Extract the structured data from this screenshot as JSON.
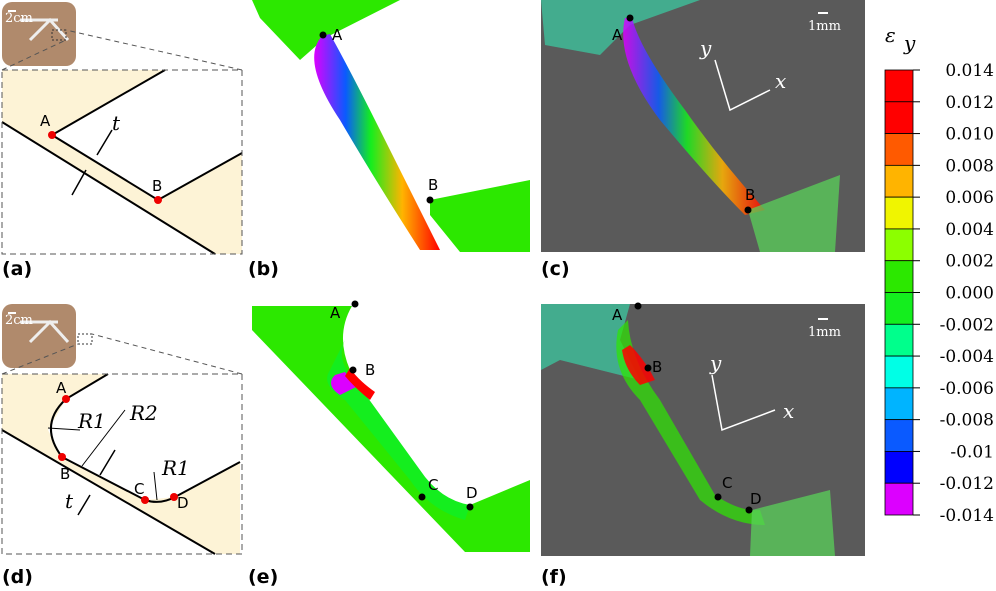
{
  "panels": {
    "a": {
      "label": "(a)",
      "scale": "2cm",
      "points": [
        "A",
        "B"
      ],
      "dim": "t"
    },
    "b": {
      "label": "(b)",
      "points": [
        "A",
        "B"
      ]
    },
    "c": {
      "label": "(c)",
      "scale": "1mm",
      "axes": [
        "y",
        "x"
      ],
      "points": [
        "A",
        "B"
      ]
    },
    "d": {
      "label": "(d)",
      "scale": "2cm",
      "points": [
        "A",
        "B",
        "C",
        "D"
      ],
      "dims": [
        "R1",
        "R2",
        "R1",
        "t"
      ]
    },
    "e": {
      "label": "(e)",
      "points": [
        "A",
        "B",
        "C",
        "D"
      ]
    },
    "f": {
      "label": "(f)",
      "scale": "1mm",
      "axes": [
        "y",
        "x"
      ],
      "points": [
        "A",
        "B",
        "C",
        "D"
      ]
    }
  },
  "colorbar": {
    "title": "ε",
    "subscript": "y",
    "ticks": [
      "0.014",
      "0.012",
      "0.010",
      "0.008",
      "0.006",
      "0.004",
      "0.002",
      "0.000",
      "-0.002",
      "-0.004",
      "-0.006",
      "-0.008",
      "-0.01",
      "-0.012",
      "-0.014"
    ],
    "colors": [
      "#ff0000",
      "#ff0000",
      "#ff5a00",
      "#ffb400",
      "#f0f500",
      "#8cff00",
      "#2ce800",
      "#14ee1e",
      "#00ff8c",
      "#00ffe6",
      "#00b4ff",
      "#0a5aff",
      "#0000ff",
      "#dc00ff"
    ]
  }
}
